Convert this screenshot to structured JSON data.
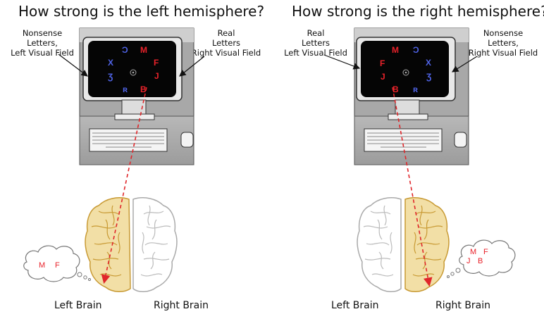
{
  "left_panel": {
    "title": "How strong is the left hemisphere?",
    "callout_left": [
      "Nonsense",
      "Letters,",
      "Left Visual Field"
    ],
    "callout_right": [
      "Real",
      "Letters",
      "Right Visual Field"
    ],
    "screen_left_glyphs": [
      "Ɔ",
      "X",
      "Ʒ",
      "ʀ"
    ],
    "screen_right_glyphs": [
      "M",
      "F",
      "J",
      "B"
    ],
    "thought_letters": [
      "M",
      "F"
    ],
    "left_brain_label": "Left Brain",
    "right_brain_label": "Right Brain"
  },
  "right_panel": {
    "title": "How strong is the right hemisphere?",
    "callout_left": [
      "Real",
      "Letters",
      "Left Visual Field"
    ],
    "callout_right": [
      "Nonsense",
      "Letters,",
      "Right Visual Field"
    ],
    "screen_left_glyphs": [
      "M",
      "F",
      "J",
      "B"
    ],
    "screen_right_glyphs": [
      "Ɔ",
      "X",
      "Ʒ",
      "ʀ"
    ],
    "thought_letters": [
      "M",
      "F",
      "J",
      "B"
    ],
    "left_brain_label": "Left Brain",
    "right_brain_label": "Right Brain"
  },
  "colors": {
    "real_letters": "#e8222a",
    "nonsense_letters": "#4f63e6",
    "active_hemisphere": "#f2dfa6",
    "active_outline": "#c89a34",
    "inactive_hemisphere": "#ffffff",
    "arrow": "#e0262a"
  }
}
